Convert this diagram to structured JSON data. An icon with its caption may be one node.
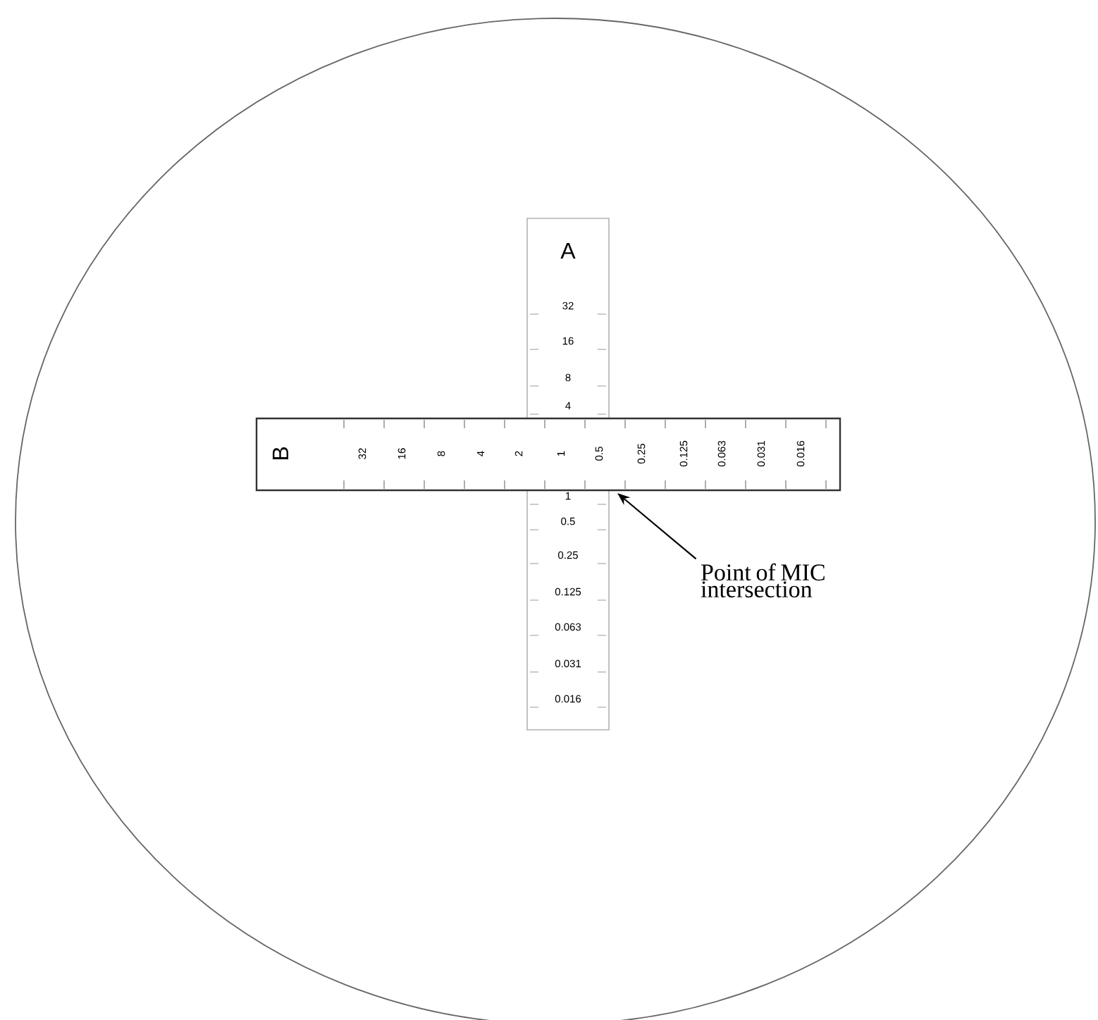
{
  "diagram": {
    "nodes": [
      {
        "text": [
          "B",
          "32",
          "16",
          "8",
          "4",
          "2",
          "1",
          "0.5",
          "0.25",
          "0.125",
          "0.063",
          "0.031",
          "0.016"
        ]
      },
      {
        "text": [
          "Point of MIC intersection"
        ]
      }
    ],
    "edges": [
      {
        "from": 1,
        "to": 0,
        "arrow": "to"
      }
    ],
    "labels": [
      "A",
      "32",
      "16",
      "8",
      "4",
      "1",
      "0.5",
      "0.25",
      "0.125",
      "0.063",
      "0.031",
      "0.016"
    ]
  }
}
